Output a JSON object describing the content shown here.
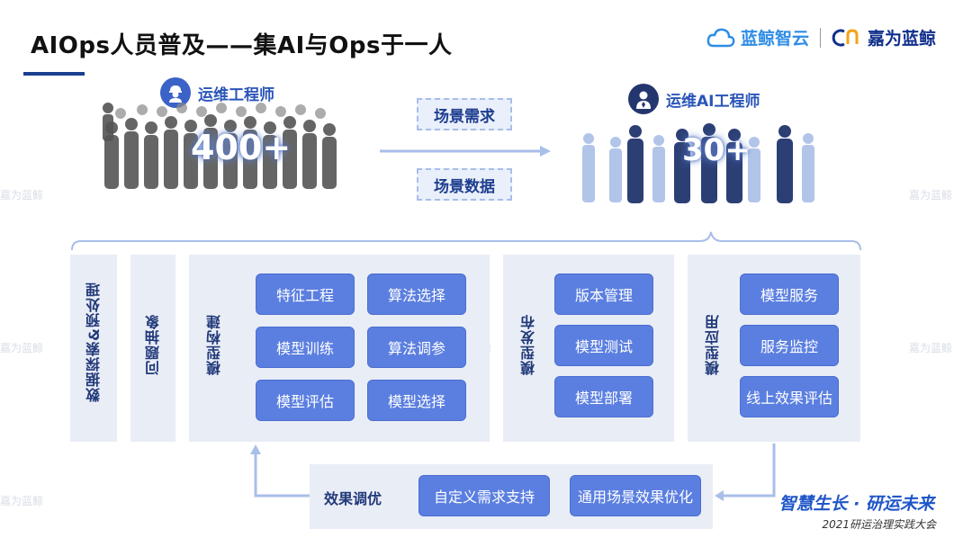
{
  "title": "AIOps人员普及——集AI与Ops于一人",
  "logos": {
    "left": "蓝鲸智云",
    "right": "嘉为蓝鲸"
  },
  "watermark": "嘉为蓝鲸",
  "ops_group": {
    "label": "运维工程师",
    "count": "400+"
  },
  "ai_group": {
    "label": "运维AI工程师",
    "count": "30+"
  },
  "scenes": {
    "demand": "场景需求",
    "data": "场景数据"
  },
  "stages": {
    "data_explore": "数据探索&预处理",
    "problem_abstract": "问题抽象",
    "model_build": {
      "label": "模型构建",
      "items": [
        "特征工程",
        "算法选择",
        "模型训练",
        "算法调参",
        "模型评估",
        "模型选择"
      ]
    },
    "model_publish": {
      "label": "模型发布",
      "items": [
        "版本管理",
        "模型测试",
        "模型部署"
      ]
    },
    "model_apply": {
      "label": "模型应用",
      "items": [
        "模型服务",
        "服务监控",
        "线上效果评估"
      ]
    }
  },
  "tuning": {
    "label": "效果调优",
    "items": [
      "自定义需求支持",
      "通用场景效果优化"
    ]
  },
  "slogan": "智慧生长 · 研运未来",
  "conference": "2021研运治理实践大会",
  "colors": {
    "accent": "#5b7fe0",
    "title_bar": "#1a3f8f",
    "panel": "#e9edf6",
    "label": "#223a7a"
  }
}
